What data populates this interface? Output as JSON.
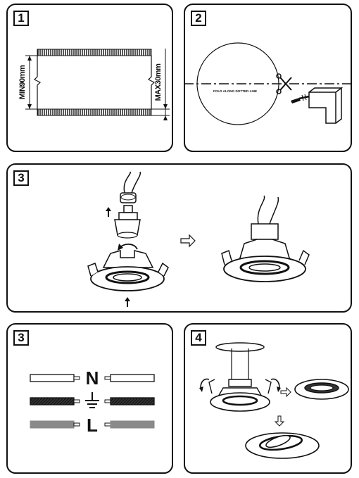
{
  "steps": {
    "p1": "1",
    "p2": "2",
    "p3": "3",
    "p4": "3",
    "p5": "4"
  },
  "panel1": {
    "min_label": "MIN90mm",
    "max_label": "MAX30mm"
  },
  "panel2": {
    "fold_text": "FOLD ALONG DOTTED LINE"
  },
  "wiring": {
    "neutral": "N",
    "live": "L",
    "neutral_color": "#ffffff",
    "earth_color": "#333333",
    "live_color": "#8a8a8a"
  }
}
